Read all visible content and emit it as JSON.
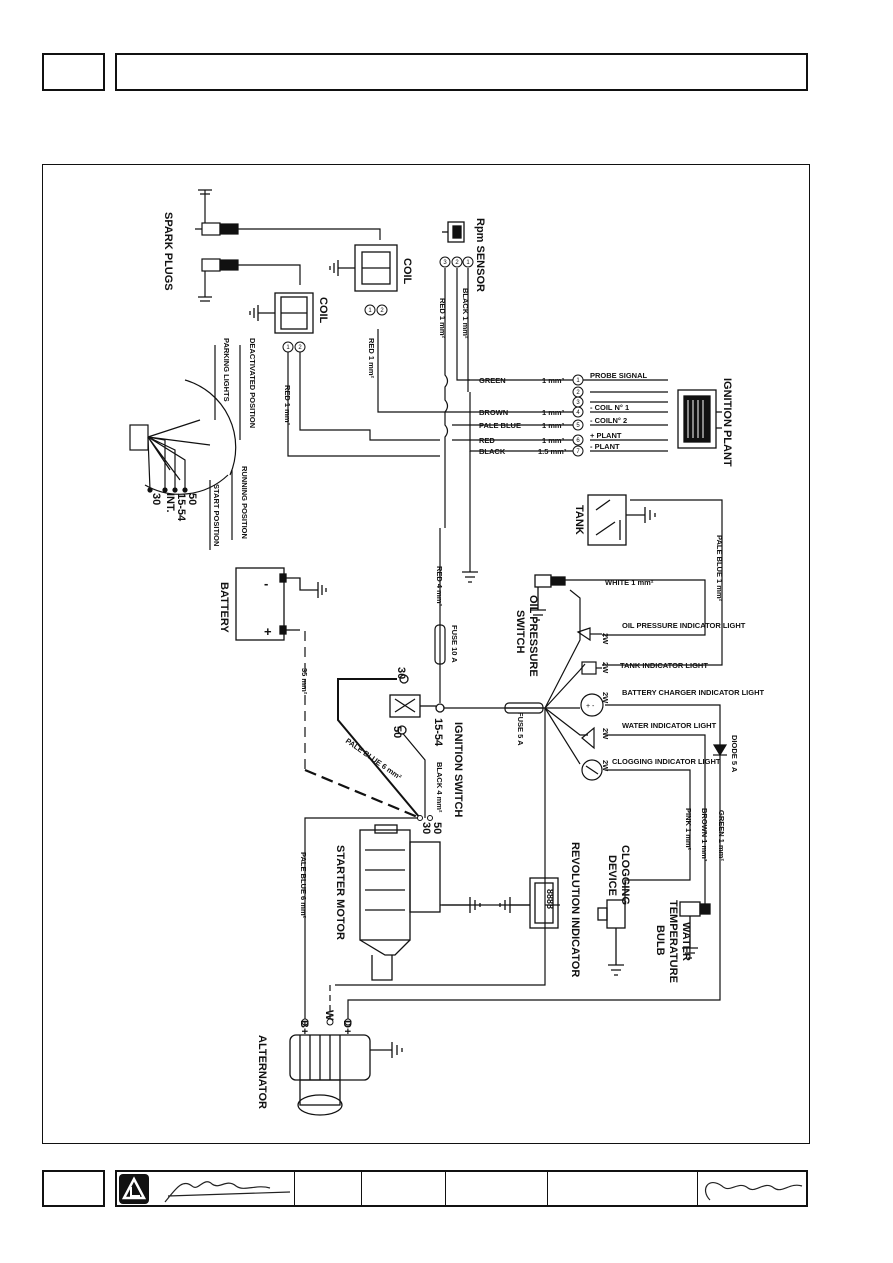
{
  "header": {
    "page_number": "",
    "title": ""
  },
  "footer": {
    "page_number": "",
    "cells": [
      "",
      "",
      "",
      ""
    ]
  },
  "diagram": {
    "components": {
      "spark_plugs": "SPARK PLUGS",
      "coil_1": "COIL",
      "coil_2": "COIL",
      "rpm_sensor": "Rpm SENSOR",
      "ignition_plant": "IGNITION PLANT",
      "tank": "TANK",
      "oil_pressure_switch": [
        "OIL PRESSURE",
        "SWITCH"
      ],
      "battery": "BATTERY",
      "ignition_switch": "IGNITION SWITCH",
      "starter_motor": "STARTER MOTOR",
      "revolution_indicator": "REVOLUTION INDICATOR",
      "revolution_display": "8888",
      "clogging_device": [
        "CLOGGING",
        "DEVICE"
      ],
      "water_temp_bulb": [
        "WATER",
        "TEMPERATURE",
        "BULB"
      ],
      "alternator": "ALTERNATOR"
    },
    "switch_positions": {
      "parking_lights": "PARKING LIGHTS",
      "deactivated": "DEACTIVATED POSITION",
      "running": "RUNNING POSITION",
      "start": "START POSITION",
      "terminals": [
        "50",
        "15-54",
        "INT.",
        "30"
      ]
    },
    "ignition_plant_pins": [
      {
        "pin": "1",
        "signal": "PROBE SIGNAL"
      },
      {
        "pin": "2",
        "signal": ""
      },
      {
        "pin": "3",
        "signal": ""
      },
      {
        "pin": "4",
        "signal": "- COIL N° 1"
      },
      {
        "pin": "5",
        "signal": "- COILN° 2"
      },
      {
        "pin": "6",
        "signal": "+ PLANT"
      },
      {
        "pin": "7",
        "signal": "- PLANT"
      }
    ],
    "harness_wires": [
      {
        "color": "GREEN",
        "size": "1 mm²"
      },
      {
        "color": "BROWN",
        "size": "1 mm²"
      },
      {
        "color": "PALE BLUE",
        "size": "1 mm²"
      },
      {
        "color": "RED",
        "size": "1 mm²"
      },
      {
        "color": "BLACK",
        "size": "1.5 mm²"
      }
    ],
    "wire_labels": {
      "rpm_black": "BLACK 1 mm²",
      "rpm_red": "RED 1 mm²",
      "coil2_red": "RED 1 mm²",
      "coil1_red": "RED 1 mm²",
      "red_4": "RED 4 mm²",
      "fuse_10": "FUSE 10 A",
      "fuse_5": "FUSE 5 A",
      "batt_35": "35 mm²",
      "pale_blue_6_a": "PALE BLUE 6 mm²",
      "pale_blue_6_b": "PALE BLUE 6 mm²",
      "black_4": "BLACK 4 mm²",
      "white_1": "WHITE 1 mm²",
      "pale_blue_1": "PALE BLUE 1 mm²",
      "diode_5": "DIODE 5 A",
      "green_1": "GREEN 1 mm²",
      "brown_1": "BROWN 1 mm²",
      "pink_1": "PINK 1 mm²"
    },
    "indicators": [
      {
        "label": "OIL PRESSURE INDICATOR LIGHT",
        "watt": "2W"
      },
      {
        "label": "TANK INDICATOR LIGHT",
        "watt": "2W"
      },
      {
        "label": "BATTERY CHARGER INDICATOR LIGHT",
        "watt": "2W"
      },
      {
        "label": "WATER INDICATOR LIGHT",
        "watt": "2W"
      },
      {
        "label": "CLOGGING INDICATOR LIGHT",
        "watt": "2W"
      }
    ],
    "terminals": {
      "t30": "30",
      "t50": "50",
      "t15_54": "15-54",
      "starter_30": "30",
      "starter_50": "50",
      "alt_b": "B+",
      "alt_w": "W",
      "alt_d": "D+"
    },
    "pin_numbers": {
      "coil_pins": [
        "1",
        "2"
      ],
      "rpm_pins": [
        "1",
        "2",
        "3"
      ]
    }
  }
}
